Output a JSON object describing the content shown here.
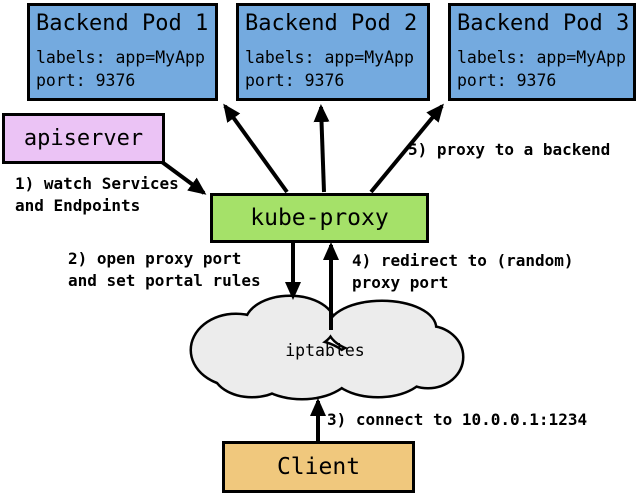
{
  "nodes": {
    "pods": [
      {
        "title": "Backend Pod 1",
        "labels_line": "labels: app=MyApp",
        "port_line": "port: 9376"
      },
      {
        "title": "Backend Pod 2",
        "labels_line": "labels: app=MyApp",
        "port_line": "port: 9376"
      },
      {
        "title": "Backend Pod 3",
        "labels_line": "labels: app=MyApp",
        "port_line": "port: 9376"
      }
    ],
    "apiserver": {
      "label": "apiserver"
    },
    "kube_proxy": {
      "label": "kube-proxy"
    },
    "iptables": {
      "label": "iptables"
    },
    "client": {
      "label": "Client"
    }
  },
  "steps": [
    {
      "lines": [
        "1) watch Services",
        "and Endpoints"
      ]
    },
    {
      "lines": [
        "2) open proxy port",
        "and set portal rules"
      ]
    },
    {
      "lines": [
        "3) connect to 10.0.0.1:1234"
      ]
    },
    {
      "lines": [
        "4) redirect to (random)",
        "proxy port"
      ]
    },
    {
      "lines": [
        "5) proxy to a backend"
      ]
    }
  ],
  "colors": {
    "pod_fill": "#74AADF",
    "apiserver_fill": "#EBC3F5",
    "kube_proxy_fill": "#A5E169",
    "client_fill": "#F0C87D",
    "cloud_fill": "#ECECEC",
    "outline": "#000000"
  }
}
